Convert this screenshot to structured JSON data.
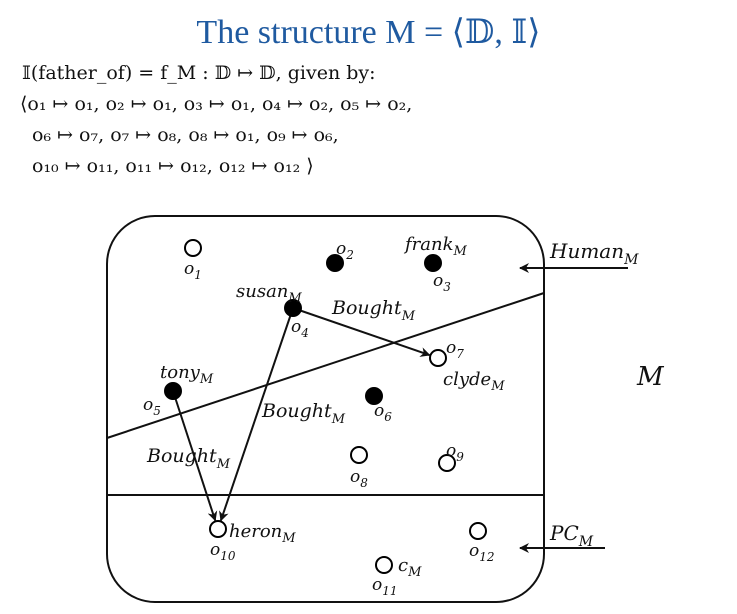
{
  "title": "The structure M = ⟨𝔻, 𝕀⟩",
  "formula": {
    "line0": "𝕀(father_of) = f_M : 𝔻 ↦ 𝔻, given by:",
    "line1": "⟨o₁ ↦ o₁, o₂ ↦ o₁, o₃ ↦ o₁, o₄ ↦ o₂, o₅ ↦ o₂,",
    "line2": "o₆ ↦ o₇, o₇ ↦ o₈, o₈ ↦ o₁, o₉ ↦ o₆,",
    "line3": "o₁₀ ↦ o₁₁, o₁₁ ↦ o₁₂, o₁₂ ↦ o₁₂ ⟩"
  },
  "diagram": {
    "structure_label": "M",
    "human_label": "Human_M",
    "pc_label": "PC_M",
    "nodes": [
      {
        "id": "o1",
        "filled": false,
        "sub": "o1",
        "name": ""
      },
      {
        "id": "o2",
        "filled": true,
        "sub": "o2",
        "name": ""
      },
      {
        "id": "o3",
        "filled": true,
        "sub": "o3",
        "name": "frank_M"
      },
      {
        "id": "o4",
        "filled": true,
        "sub": "o4",
        "name": "susan_M"
      },
      {
        "id": "o5",
        "filled": true,
        "sub": "o5",
        "name": "tony_M"
      },
      {
        "id": "o6",
        "filled": true,
        "sub": "o6",
        "name": ""
      },
      {
        "id": "o7",
        "filled": false,
        "sub": "o7",
        "name": "clyde_M"
      },
      {
        "id": "o8",
        "filled": false,
        "sub": "o8",
        "name": ""
      },
      {
        "id": "o9",
        "filled": false,
        "sub": "o9",
        "name": ""
      },
      {
        "id": "o10",
        "filled": false,
        "sub": "o10",
        "name": "heron_M"
      },
      {
        "id": "o11",
        "filled": false,
        "sub": "o11",
        "name": "c_M"
      },
      {
        "id": "o12",
        "filled": false,
        "sub": "o12",
        "name": ""
      }
    ],
    "edges": [
      {
        "from": "o4",
        "to": "o7",
        "label": "Bought_M"
      },
      {
        "from": "o4",
        "to": "o10",
        "label": "Bought_M"
      },
      {
        "from": "o5",
        "to": "o10",
        "label": "Bought_M"
      }
    ]
  }
}
